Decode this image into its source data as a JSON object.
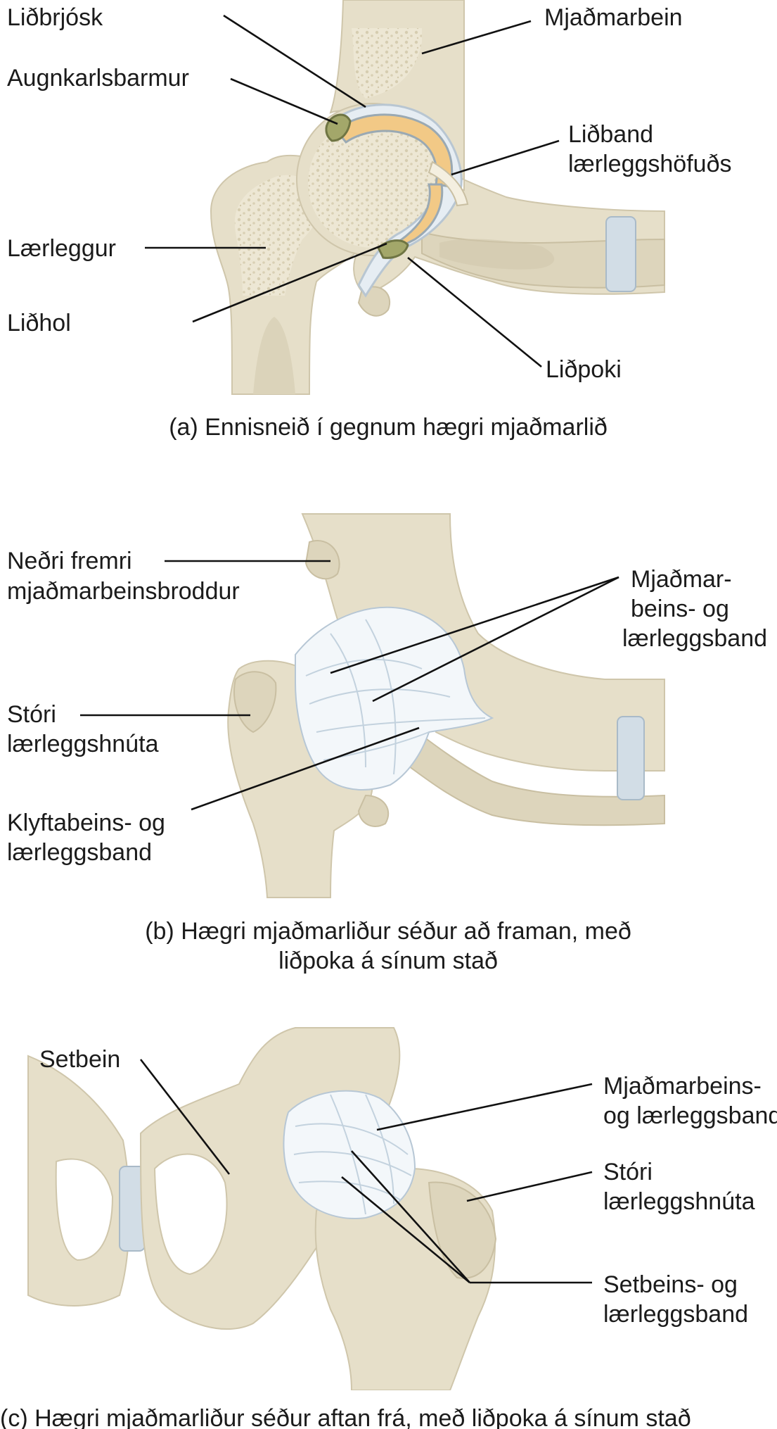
{
  "panels": {
    "a": {
      "caption": "(a) Ennisneið í gegnum hægri mjaðmarlið",
      "labels": {
        "lidbrjosk": "Liðbrjósk",
        "mjadmarbein": "Mjaðmarbein",
        "augnkarlsbarmur": "Augnkarlsbarmur",
        "lidband_line1": "Liðband",
        "lidband_line2": "lærleggshöfuðs",
        "laerleggur": "Lærleggur",
        "lidhol": "Liðhol",
        "lidpoki": "Liðpoki"
      }
    },
    "b": {
      "caption_line1": "(b) Hægri mjaðmarliður séður að framan, með",
      "caption_line2": "liðpoka á sínum stað",
      "labels": {
        "nedri_line1": "Neðri fremri",
        "nedri_line2": "mjaðmarbeinsbroddur",
        "mjadmar_line1": "Mjaðmar-",
        "mjadmar_line2": "beins- og",
        "mjadmar_line3": "lærleggsband",
        "stori_line1": "Stóri",
        "stori_line2": "lærleggshnúta",
        "klyfta_line1": "Klyftabeins- og",
        "klyfta_line2": "lærleggsband"
      }
    },
    "c": {
      "caption": "(c) Hægri mjaðmarliður séður aftan frá, með liðpoka á sínum stað",
      "labels": {
        "setbein": "Setbein",
        "mjadmar_line1": "Mjaðmarbeins-",
        "mjadmar_line2": "og lærleggsband",
        "stori_line1": "Stóri",
        "stori_line2": "lærleggshnúta",
        "setbeins_line1": "Setbeins- og",
        "setbeins_line2": "lærleggsband"
      }
    }
  },
  "colors": {
    "bone": "#e6dfc9",
    "cartilage": "#f2c986",
    "labrum": "#a3a76a",
    "ligament": "#f3f7fa",
    "text": "#1b1b1b"
  }
}
